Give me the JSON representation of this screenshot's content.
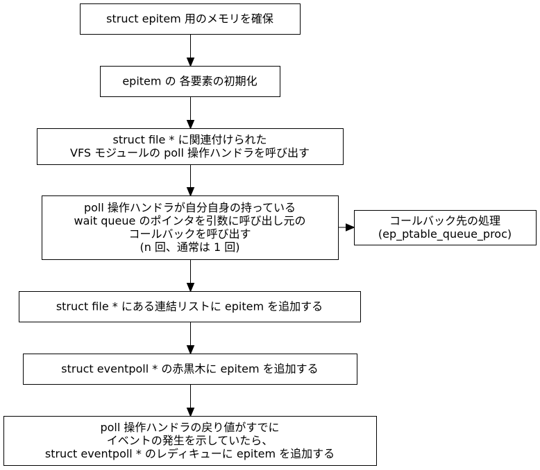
{
  "nodes": [
    {
      "id": "alloc",
      "lines": [
        "struct epitem 用のメモリを確保"
      ]
    },
    {
      "id": "init",
      "lines": [
        "epitem の 各要素の初期化"
      ]
    },
    {
      "id": "call_poll",
      "lines": [
        "struct file * に関連付けられた",
        "VFS モジュールの poll 操作ハンドラを呼び出す"
      ]
    },
    {
      "id": "poll_handler",
      "lines": [
        "poll 操作ハンドラが自分自身の持っている",
        "wait queue のポインタを引数に呼び出し元の",
        "コールバックを呼び出す",
        "(n 回、通常は 1 回)"
      ]
    },
    {
      "id": "callback",
      "lines": [
        "コールバック先の処理",
        "(ep_ptable_queue_proc)"
      ]
    },
    {
      "id": "file_list",
      "lines": [
        "struct file * にある連結リストに epitem を追加する"
      ]
    },
    {
      "id": "rbtree",
      "lines": [
        "struct eventpoll * の赤黒木に epitem を追加する"
      ]
    },
    {
      "id": "ready",
      "lines": [
        "poll 操作ハンドラの戻り値がすでに",
        "イベントの発生を示していたら、",
        "struct eventpoll * のレディキューに epitem を追加する"
      ]
    }
  ],
  "edges": [
    {
      "from": "alloc",
      "to": "init"
    },
    {
      "from": "init",
      "to": "call_poll"
    },
    {
      "from": "call_poll",
      "to": "poll_handler"
    },
    {
      "from": "poll_handler",
      "to": "callback"
    },
    {
      "from": "poll_handler",
      "to": "file_list"
    },
    {
      "from": "file_list",
      "to": "rbtree"
    },
    {
      "from": "rbtree",
      "to": "ready"
    }
  ]
}
